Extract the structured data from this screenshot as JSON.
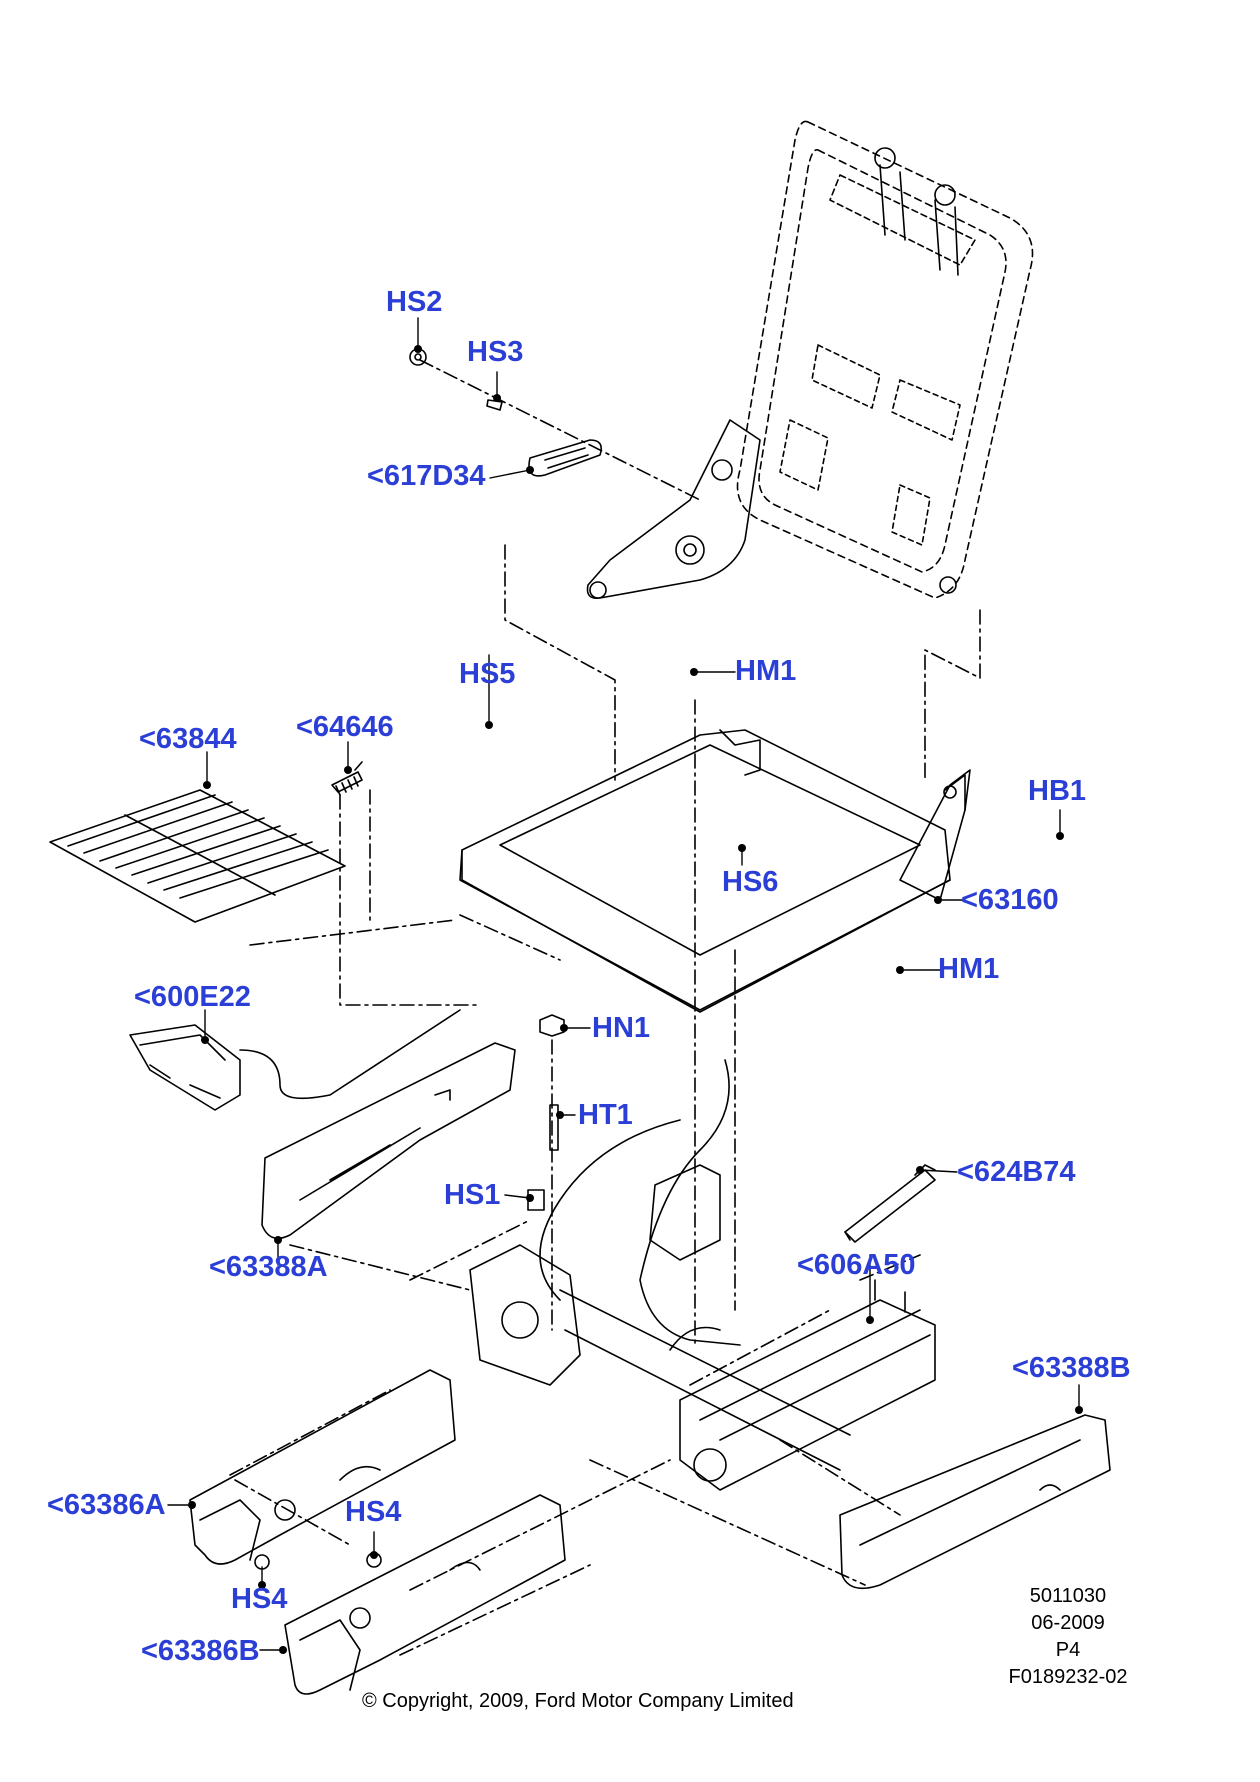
{
  "callouts": {
    "hs2": "HS2",
    "hs3": "HS3",
    "p617d34": "<617D34",
    "hs5": "HS5",
    "hm1_top": "HM1",
    "p63844": "<63844",
    "p64646": "<64646",
    "hb1": "HB1",
    "hs6": "HS6",
    "p63160": "<63160",
    "hm1_mid": "HM1",
    "p600e22": "<600E22",
    "hn1": "HN1",
    "ht1": "HT1",
    "p624b74": "<624B74",
    "hs1": "HS1",
    "p63388a": "<63388A",
    "p606a50": "<606A50",
    "p63388b": "<63388B",
    "p63386a": "<63386A",
    "hs4_upper": "HS4",
    "hs4_lower": "HS4",
    "p63386b": "<63386B"
  },
  "meta": {
    "line1": "5011030",
    "line2": "06-2009",
    "line3": "P4",
    "line4": "F0189232-02"
  },
  "copyright": "© Copyright, 2009, Ford Motor Company Limited",
  "colors": {
    "callout": "#2b3fd6",
    "line": "#000000"
  }
}
